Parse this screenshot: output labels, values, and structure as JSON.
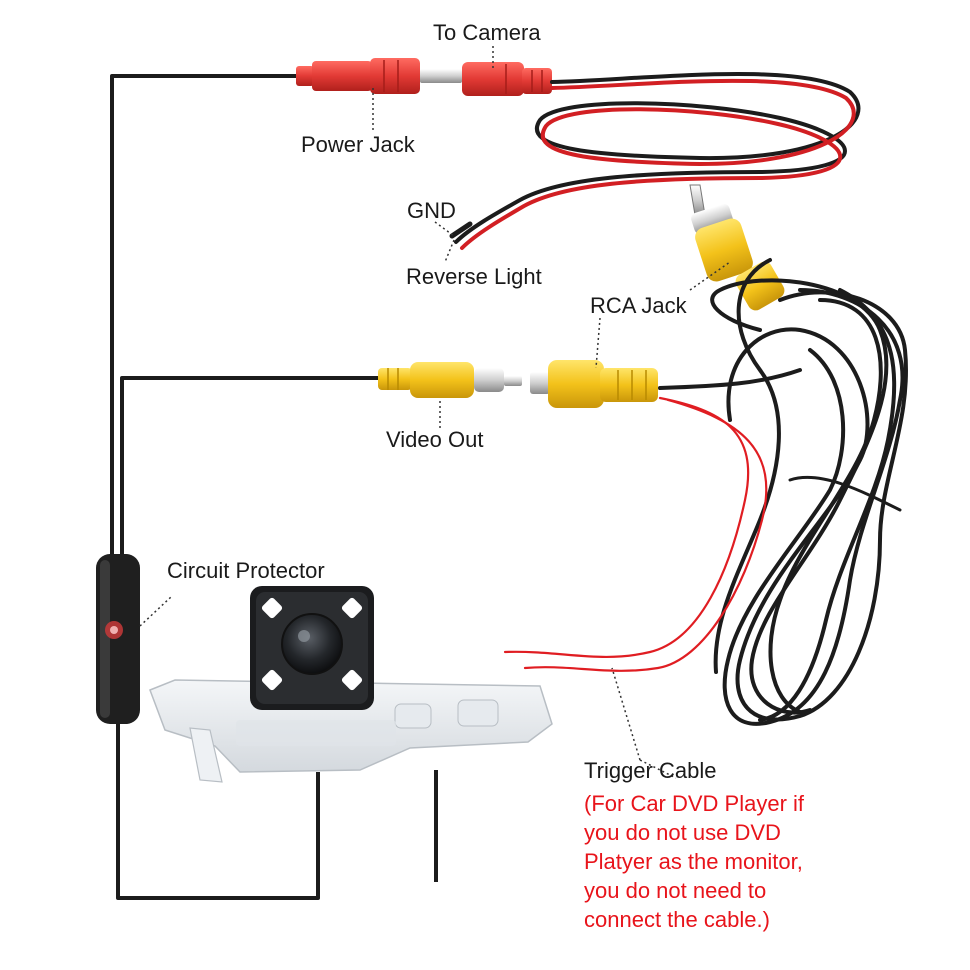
{
  "labels": {
    "to_camera": "To Camera",
    "power_jack": "Power Jack",
    "gnd": "GND",
    "reverse_light": "Reverse Light",
    "rca_jack": "RCA Jack",
    "video_out": "Video Out",
    "circuit_protector": "Circuit Protector",
    "trigger_cable": "Trigger Cable"
  },
  "trigger_note": [
    "(For Car DVD Player if",
    "you do not use DVD",
    "Platyer as the monitor,",
    "you do not need to",
    "connect the cable.)"
  ],
  "colors": {
    "cable": "#1c1c1c",
    "power_red": "#e23a35",
    "rca_yellow": "#f3c21a",
    "wire_red": "#e01d22",
    "note_red": "#e8141b",
    "label": "#1a1a1a"
  }
}
